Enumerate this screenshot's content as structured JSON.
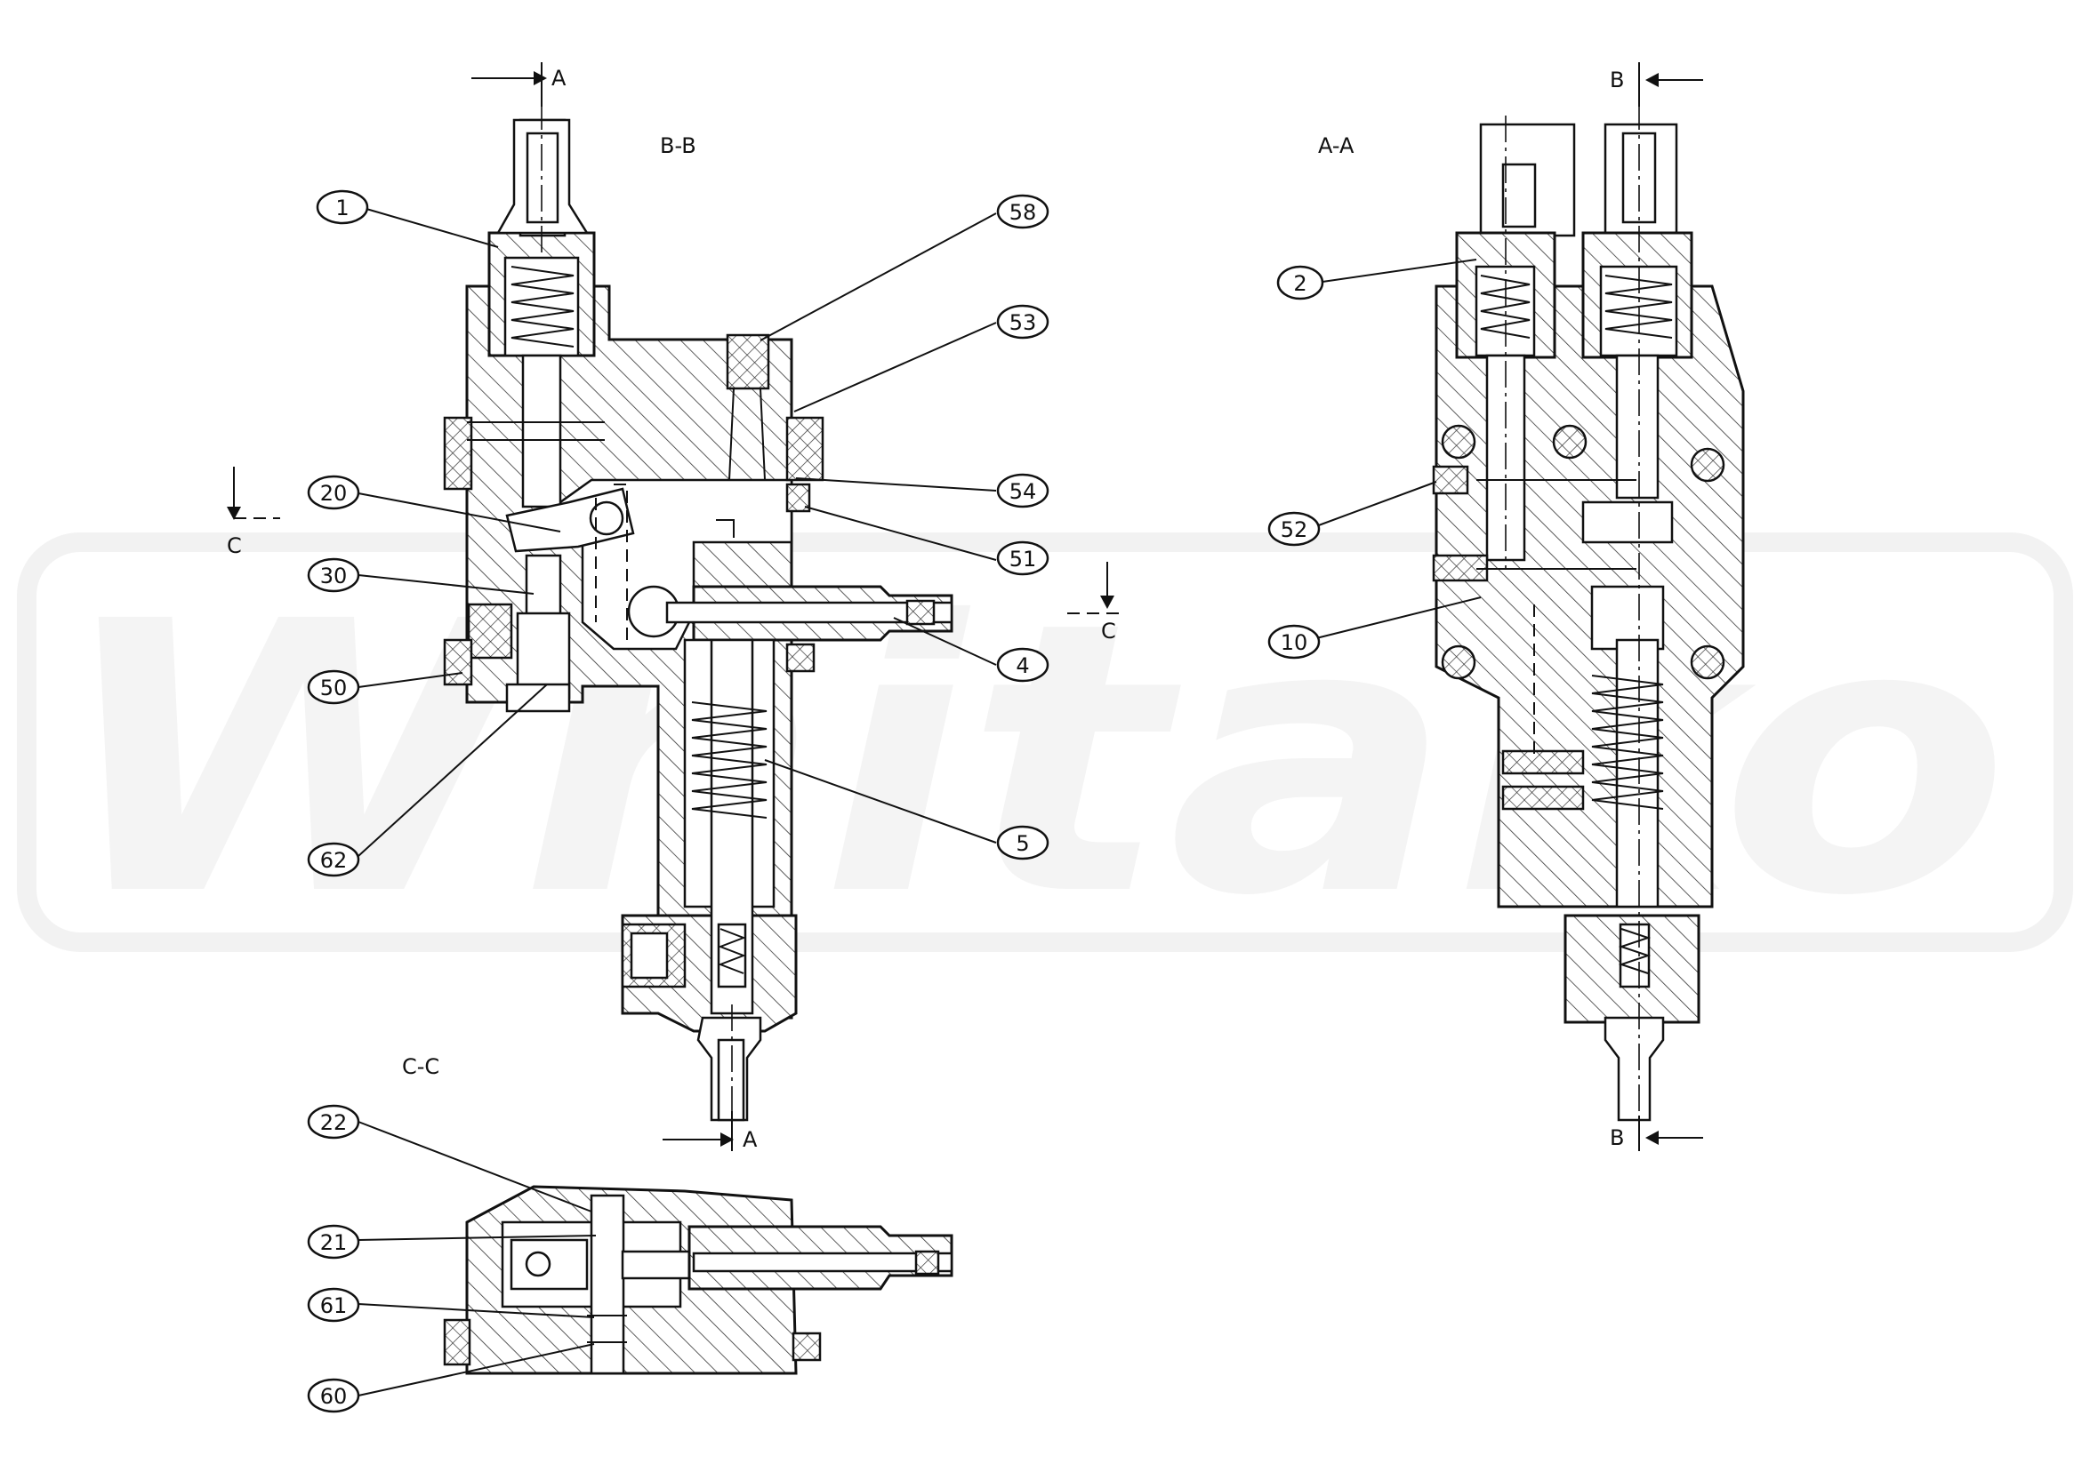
{
  "watermark": {
    "text": "Whitako"
  },
  "section_labels": {
    "bb": "B-B",
    "aa": "A-A",
    "cc": "C-C",
    "cut_a_top": "A",
    "cut_a_bottom": "A",
    "cut_b_top": "B",
    "cut_b_bottom": "B",
    "cut_c_left": "C",
    "cut_c_right": "C"
  },
  "callouts": [
    {
      "id": "1"
    },
    {
      "id": "58"
    },
    {
      "id": "53"
    },
    {
      "id": "20"
    },
    {
      "id": "54"
    },
    {
      "id": "51"
    },
    {
      "id": "30"
    },
    {
      "id": "4"
    },
    {
      "id": "50"
    },
    {
      "id": "5"
    },
    {
      "id": "62"
    },
    {
      "id": "2"
    },
    {
      "id": "52"
    },
    {
      "id": "10"
    },
    {
      "id": "22"
    },
    {
      "id": "21"
    },
    {
      "id": "61"
    },
    {
      "id": "60"
    }
  ]
}
